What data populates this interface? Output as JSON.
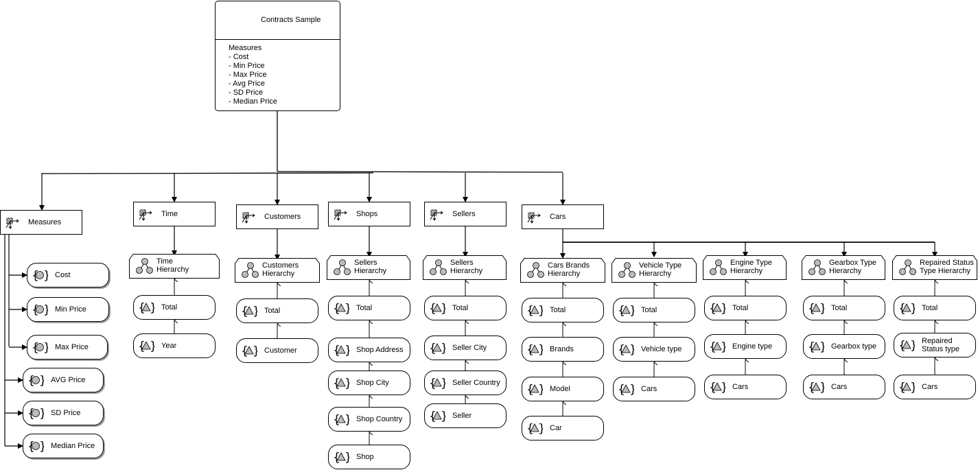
{
  "root": {
    "title": "Contracts Sample",
    "measures_heading": "Measures",
    "measures": [
      "- Cost",
      "- Min Price",
      "- Max Price",
      "- Avg Price",
      "- SD Price",
      "- Median Price"
    ]
  },
  "dimensions": [
    {
      "key": "measures",
      "label": "Measures"
    },
    {
      "key": "time",
      "label": "Time"
    },
    {
      "key": "customers",
      "label": "Customers"
    },
    {
      "key": "shops",
      "label": "Shops"
    },
    {
      "key": "sellers",
      "label": "Sellers"
    },
    {
      "key": "cars",
      "label": "Cars"
    }
  ],
  "measure_items": [
    "Cost",
    "Min Price",
    "Max Price",
    "AVG Price",
    "SD Price",
    "Median Price"
  ],
  "hierarchies": [
    {
      "key": "time",
      "label": "Time\nHierarchy",
      "levels": [
        "Total",
        "Year"
      ]
    },
    {
      "key": "customers",
      "label": "Customers\nHierarchy",
      "levels": [
        "Total",
        "Customer"
      ]
    },
    {
      "key": "shops",
      "label": "Sellers\nHierarchy",
      "levels": [
        "Total",
        "Shop Address",
        "Shop City",
        "Shop Country",
        "Shop"
      ]
    },
    {
      "key": "sellers",
      "label": "Sellers\nHierarchy",
      "levels": [
        "Total",
        "Seller City",
        "Seller Country",
        "Seller"
      ]
    },
    {
      "key": "carbrands",
      "label": "Cars Brands\nHierarchy",
      "levels": [
        "Total",
        "Brands",
        "Model",
        "Car"
      ]
    },
    {
      "key": "vehicletype",
      "label": "Vehicle Type\nHierarchy",
      "levels": [
        "Total",
        "Vehicle type",
        "Cars"
      ]
    },
    {
      "key": "enginetype",
      "label": "Engine Type\nHierarchy",
      "levels": [
        "Total",
        "Engine type",
        "Cars"
      ]
    },
    {
      "key": "gearboxtype",
      "label": "Gearbox Type\nHierarchy",
      "levels": [
        "Total",
        "Gearbox type",
        "Cars"
      ]
    },
    {
      "key": "repaired",
      "label": "Repaired Status\nType Hierarchy",
      "levels": [
        "Total",
        "Repaired\nStatus type",
        "Cars"
      ]
    }
  ]
}
